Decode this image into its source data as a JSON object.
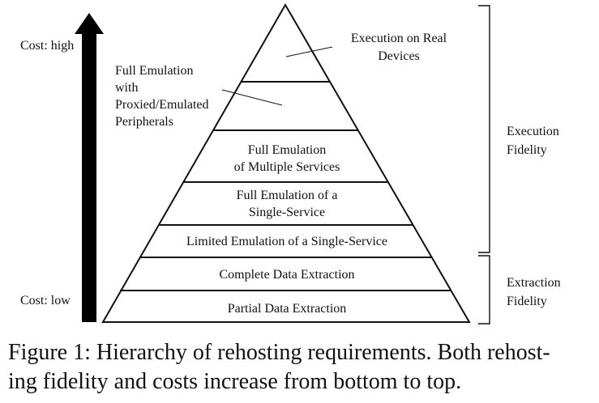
{
  "diagram": {
    "arrow": {
      "cost_high": "Cost: high",
      "cost_low": "Cost: low"
    },
    "levels": [
      "Execution on Real",
      "Devices",
      "Full Emulation",
      "with",
      "Proxied/Emulated",
      "Peripherals",
      "Full Emulation",
      "of Multiple Services",
      "Full Emulation of a",
      "Single-Service",
      "Limited Emulation of a Single-Service",
      "Complete Data Extraction",
      "Partial Data Extraction"
    ],
    "brackets": {
      "execution_line1": "Execution",
      "execution_line2": "Fidelity",
      "extraction_line1": "Extraction",
      "extraction_line2": "Fidelity"
    }
  },
  "caption": {
    "line1": "Figure 1: Hierarchy of rehosting requirements. Both rehost-",
    "line2": "ing fidelity and costs increase from bottom to top."
  },
  "colors": {
    "ink": "#111111",
    "background": "#ffffff"
  }
}
